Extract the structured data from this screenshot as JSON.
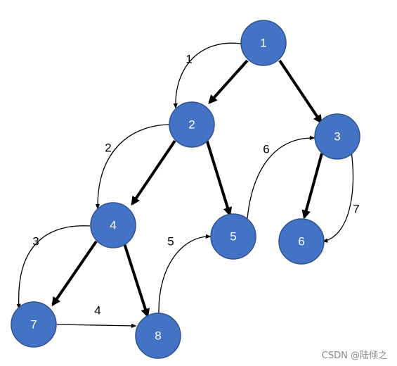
{
  "nodes": [
    {
      "id": "1",
      "label": "1"
    },
    {
      "id": "2",
      "label": "2"
    },
    {
      "id": "3",
      "label": "3"
    },
    {
      "id": "4",
      "label": "4"
    },
    {
      "id": "5",
      "label": "5"
    },
    {
      "id": "6",
      "label": "6"
    },
    {
      "id": "7",
      "label": "7"
    },
    {
      "id": "8",
      "label": "8"
    }
  ],
  "tree_edges": [
    {
      "from": "1",
      "to": "2"
    },
    {
      "from": "1",
      "to": "3"
    },
    {
      "from": "2",
      "to": "4"
    },
    {
      "from": "2",
      "to": "5"
    },
    {
      "from": "3",
      "to": "6"
    },
    {
      "from": "4",
      "to": "7"
    },
    {
      "from": "4",
      "to": "8"
    }
  ],
  "traversal_edges": [
    {
      "step": "1",
      "from": "1",
      "to": "2"
    },
    {
      "step": "2",
      "from": "2",
      "to": "4"
    },
    {
      "step": "3",
      "from": "4",
      "to": "7"
    },
    {
      "step": "4",
      "from": "7",
      "to": "8"
    },
    {
      "step": "5",
      "from": "8",
      "to": "5"
    },
    {
      "step": "6",
      "from": "5",
      "to": "3"
    },
    {
      "step": "7",
      "from": "3",
      "to": "6"
    }
  ],
  "watermark": "CSDN @陆倾之",
  "colors": {
    "node_fill": "#4472C4",
    "node_stroke": "#2F528F",
    "node_text": "#FFFFFF",
    "edge": "#000000"
  }
}
